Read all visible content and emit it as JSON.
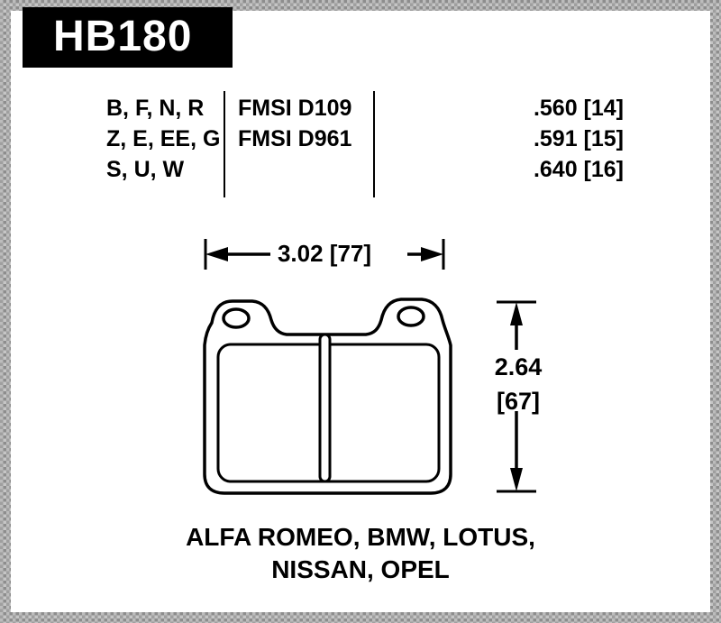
{
  "header": {
    "part_number": "HB180"
  },
  "spec_table": {
    "compounds": [
      "B, F, N, R",
      "Z, E, EE, G",
      "S, U, W"
    ],
    "fmsi": [
      "FMSI D109",
      "FMSI D961"
    ],
    "thickness": [
      ".560 [14]",
      ".591 [15]",
      ".640 [16]"
    ]
  },
  "dimensions": {
    "width_label": "3.02 [77]",
    "height_in": "2.64",
    "height_mm": "[67]"
  },
  "applications": {
    "line1": "ALFA ROMEO, BMW, LOTUS,",
    "line2": "NISSAN, OPEL"
  },
  "colors": {
    "header_bg": "#000000",
    "header_text": "#ffffff",
    "line_color": "#000000",
    "background": "#ffffff",
    "border_gray": "#a8a8a8"
  }
}
